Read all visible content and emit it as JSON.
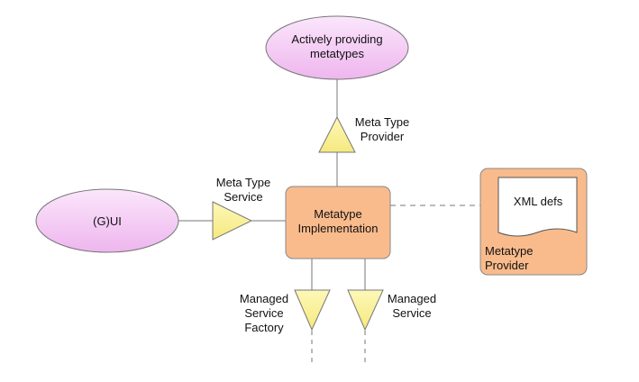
{
  "nodes": {
    "actively_providing": {
      "line1": "Actively providing",
      "line2": "metatypes"
    },
    "gui": {
      "label": "(G)UI"
    },
    "metatype_impl": {
      "line1": "Metatype",
      "line2": "Implementation"
    },
    "metatype_provider_box": {
      "line1": "Metatype",
      "line2": "Provider"
    },
    "xml_defs": {
      "label": "XML defs"
    }
  },
  "interfaces": {
    "meta_type_provider": {
      "line1": "Meta Type",
      "line2": "Provider"
    },
    "meta_type_service": {
      "line1": "Meta Type",
      "line2": "Service"
    },
    "managed_service_factory": {
      "line1": "Managed",
      "line2": "Service",
      "line3": "Factory"
    },
    "managed_service": {
      "line1": "Managed",
      "line2": "Service"
    }
  },
  "colors": {
    "ellipse_fill": "#f2c4f2",
    "box_fill": "#f9bb8c",
    "triangle_fill": "#fbf39a",
    "stroke": "#777777"
  }
}
